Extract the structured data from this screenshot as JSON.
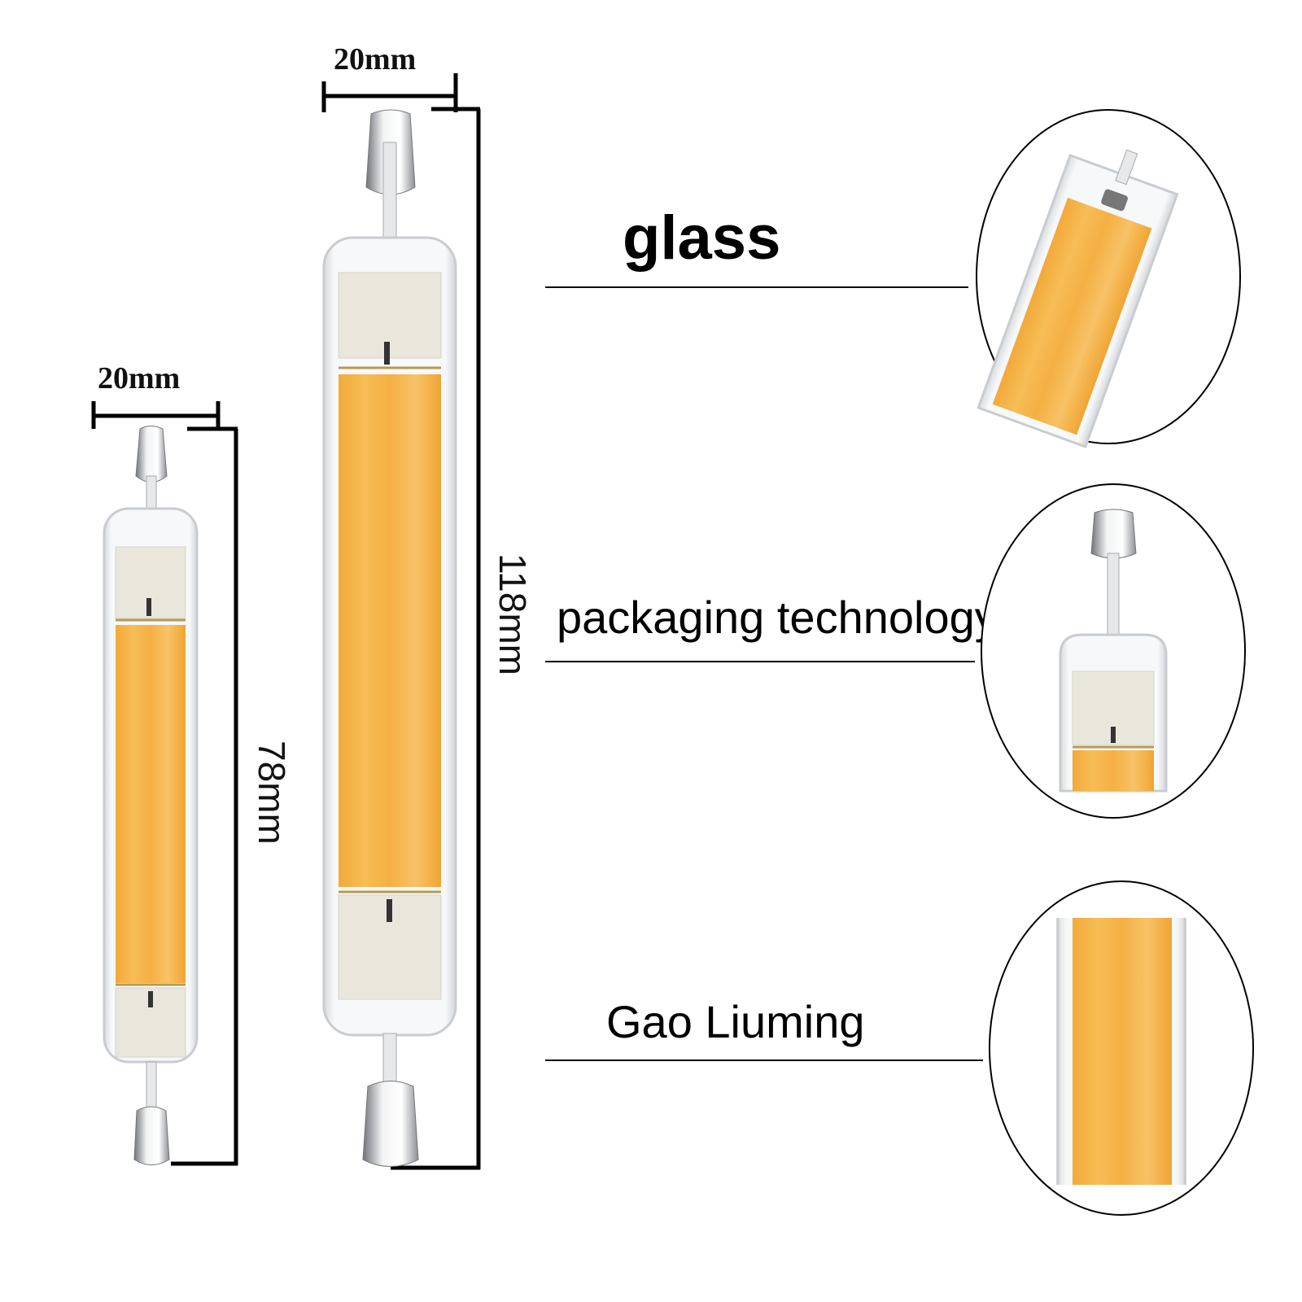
{
  "bulbs": {
    "small": {
      "width_label": "20mm",
      "length_label": "78mm"
    },
    "large": {
      "width_label": "20mm",
      "length_label": "118mm"
    }
  },
  "features": [
    {
      "label": "glass"
    },
    {
      "label": "packaging technology"
    },
    {
      "label": "Gao Liuming"
    }
  ],
  "colors": {
    "cob_orange": "#f5b041",
    "cob_stripe": "#f8c468",
    "ceramic": "#e9e6dc",
    "glass_edge": "#c9ccd0",
    "line": "#000000"
  }
}
